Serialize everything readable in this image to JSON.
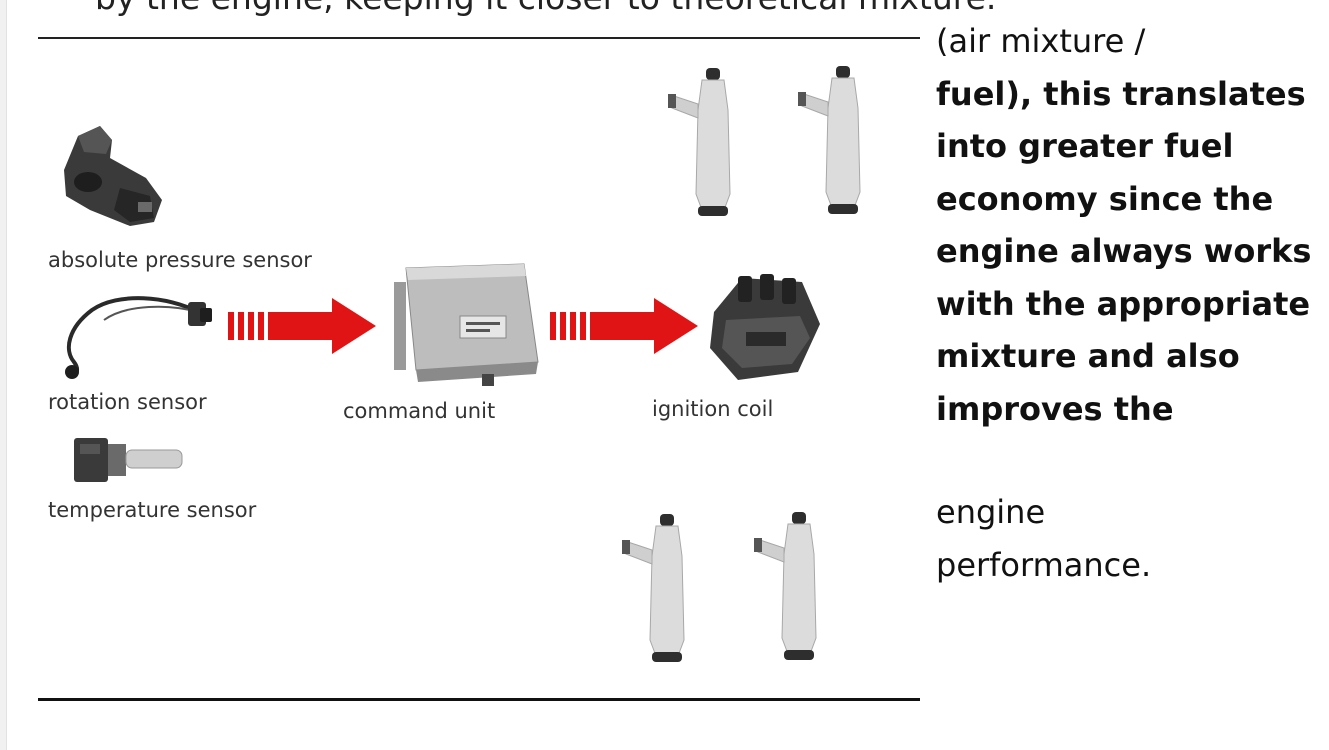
{
  "page": {
    "top_text": "by the engine, keeping it closer to theoretical mixture."
  },
  "diagram": {
    "labels": {
      "absolute_pressure_sensor": "absolute pressure sensor",
      "rotation_sensor": "rotation sensor",
      "temperature_sensor": "temperature sensor",
      "command_unit": "command unit",
      "ignition_coil": "ignition coil"
    },
    "colors": {
      "arrow": "#e01414",
      "rule": "#222222",
      "part_metal": "#cfcfcf",
      "part_dark": "#2e2e2e"
    }
  },
  "body_text": {
    "line1": "(air mixture /",
    "bold_lines": [
      "fuel), this translates",
      "into greater fuel",
      "economy since the",
      "engine always works",
      "with the appropriate",
      "mixture and also",
      "improves the"
    ],
    "line_engine": "engine",
    "line_performance": "performance."
  }
}
